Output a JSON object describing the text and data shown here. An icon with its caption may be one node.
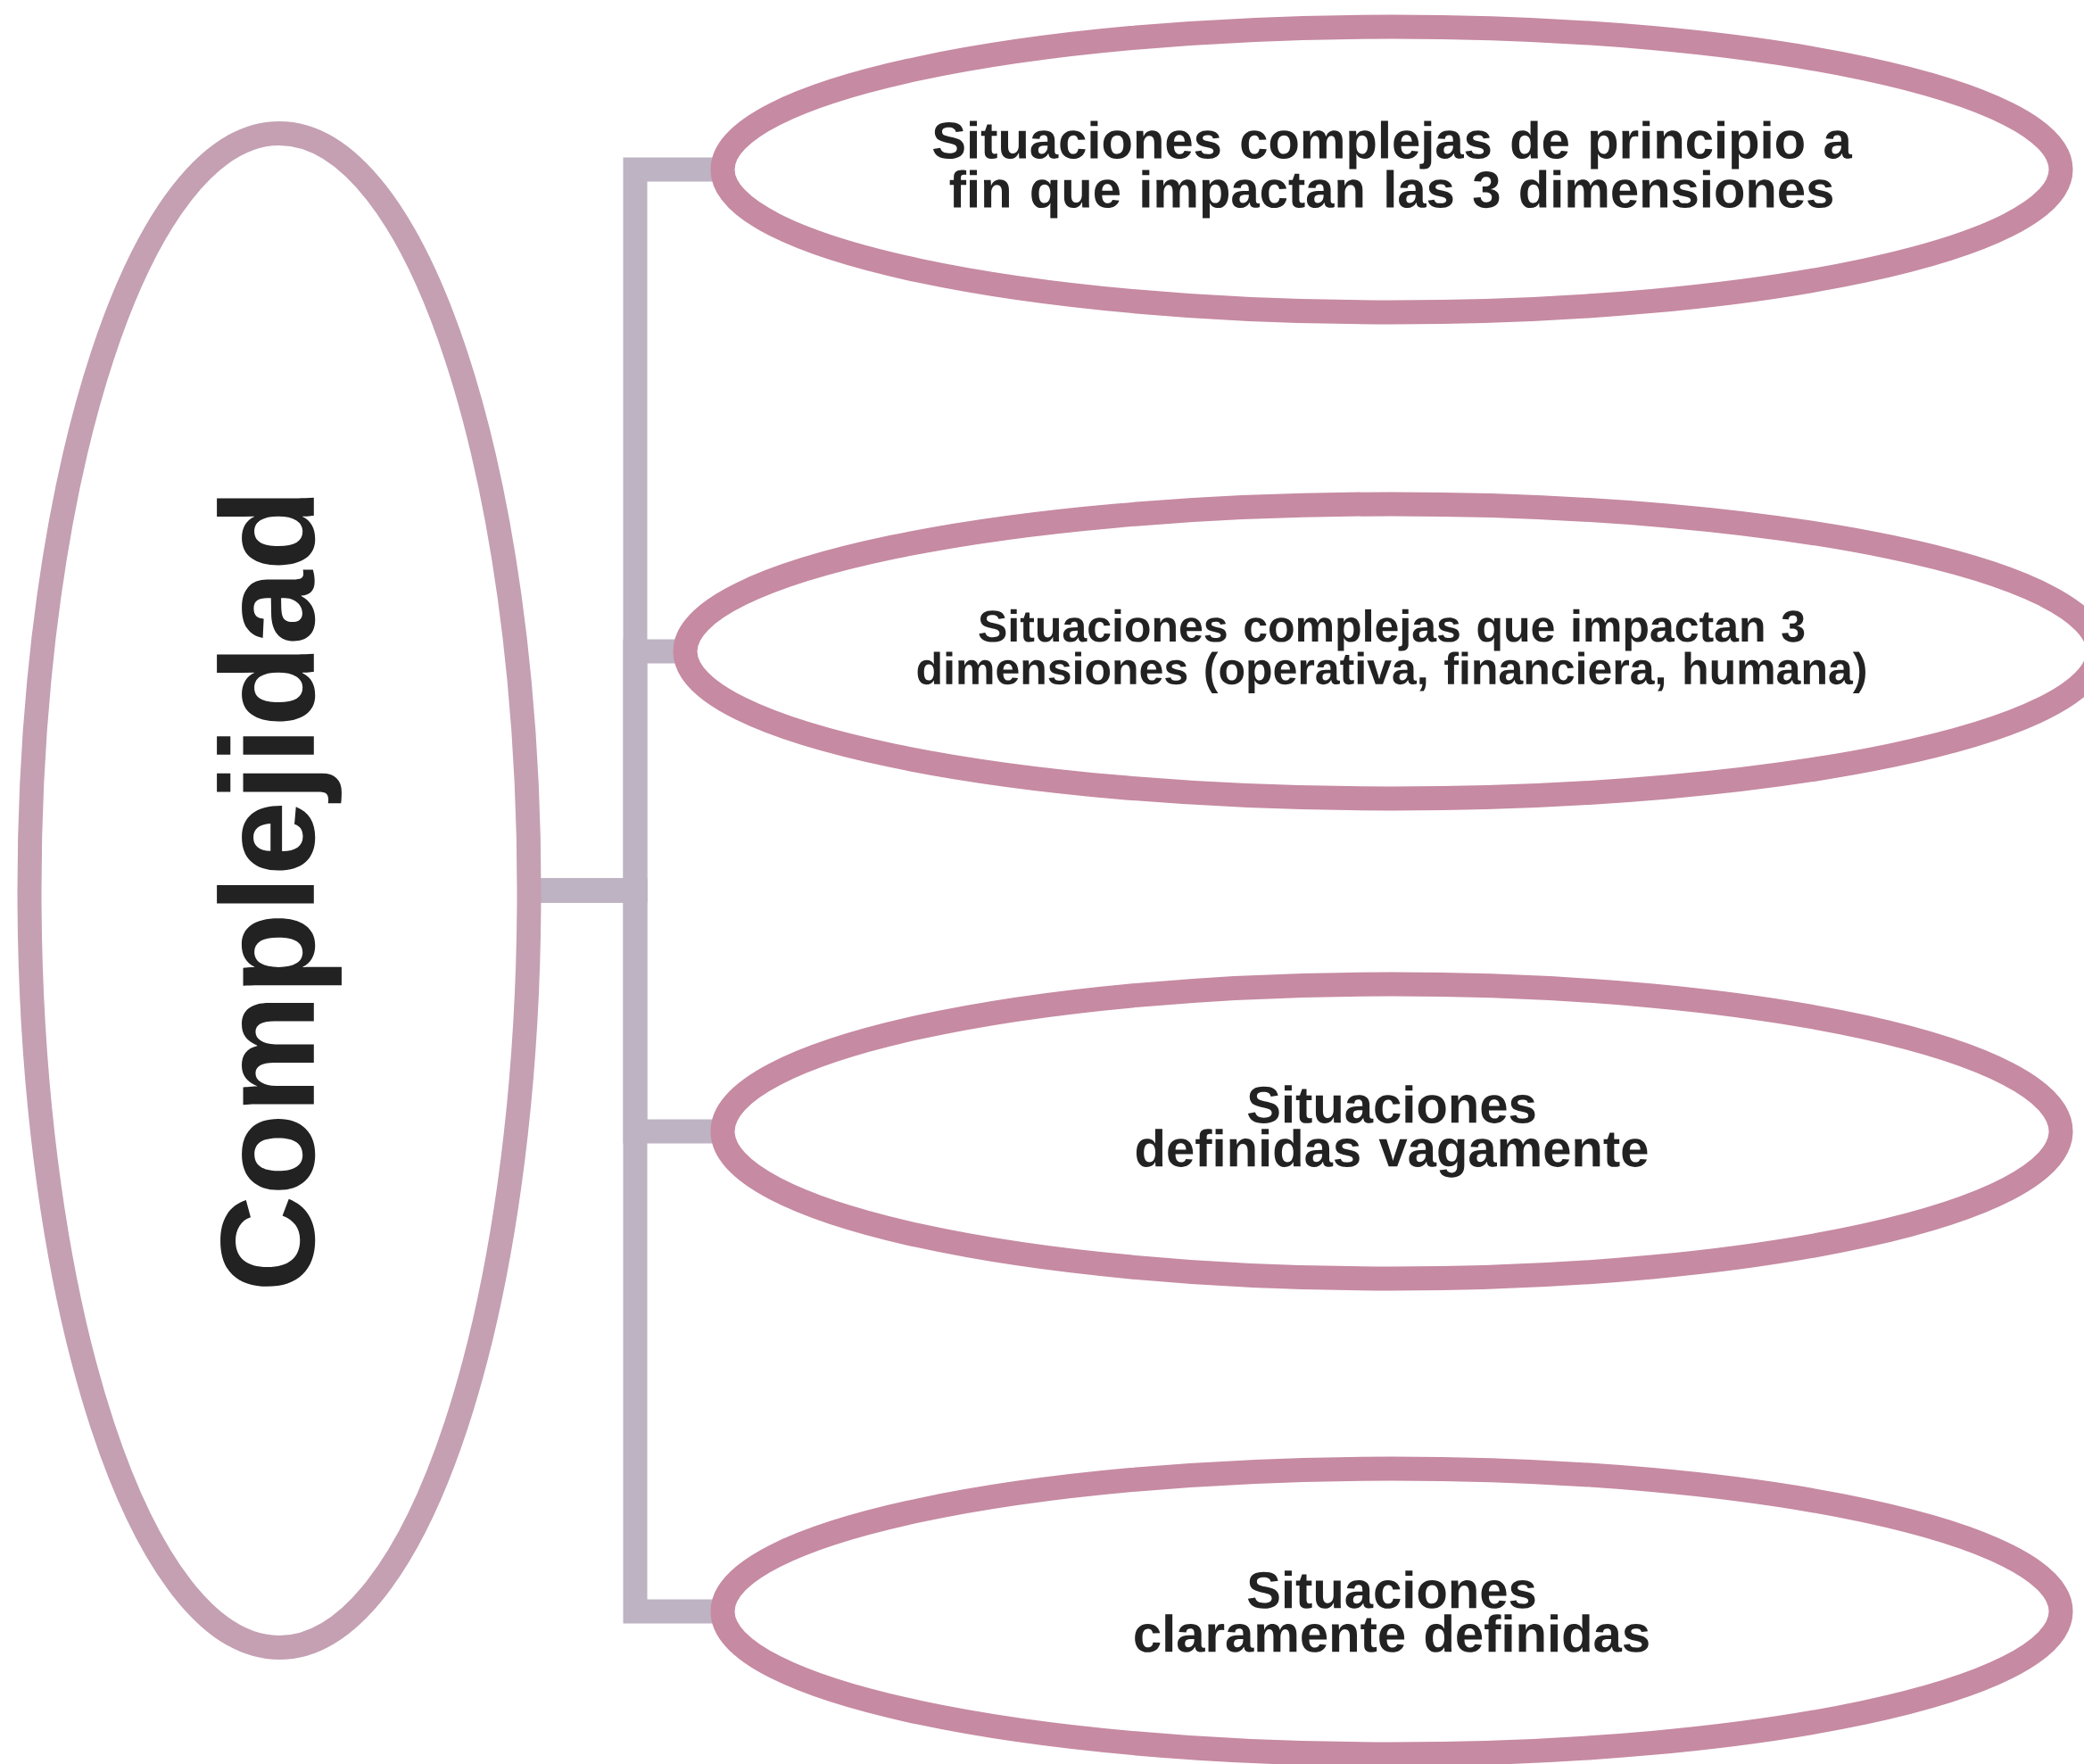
{
  "diagram": {
    "nodes": [
      {
        "text": [
          "Complejidad"
        ]
      },
      {
        "text": [
          "Situaciones complejas de principio a fin que impactan las 3 dimensiones"
        ]
      },
      {
        "text": [
          "Situaciones complejas que impactan 3 dimensiones (operativa, financiera, humana)"
        ]
      },
      {
        "text": [
          "Situaciones definidas vagamente"
        ]
      },
      {
        "text": [
          "Situaciones claramente definidas"
        ]
      }
    ],
    "edges": [
      {
        "from": 0,
        "to": 1,
        "arrow": "none"
      },
      {
        "from": 0,
        "to": 2,
        "arrow": "none"
      },
      {
        "from": 0,
        "to": 3,
        "arrow": "none"
      },
      {
        "from": 0,
        "to": 4,
        "arrow": "none"
      }
    ]
  }
}
